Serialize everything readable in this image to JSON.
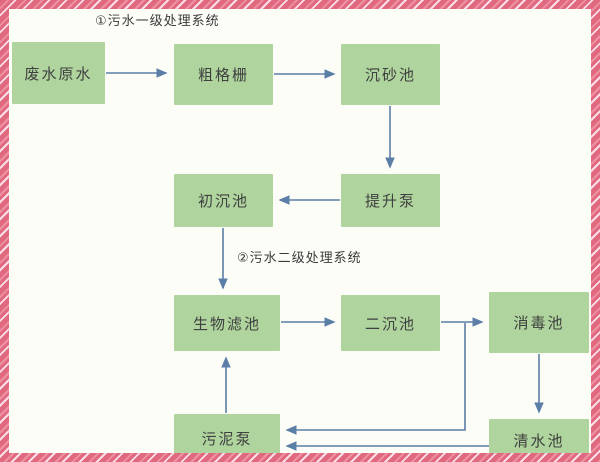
{
  "diagram": {
    "section1_label": "①污水一级处理系统",
    "section2_label": "②污水二级处理系统",
    "nodes": {
      "raw_water": "废水原水",
      "coarse_screen": "粗格栅",
      "grit_chamber": "沉砂池",
      "primary_sedimentation": "初沉池",
      "lift_pump": "提升泵",
      "biological_filter": "生物滤池",
      "secondary_sedimentation": "二沉池",
      "disinfection_tank": "消毒池",
      "sludge_pump": "污泥泵",
      "clear_water_tank": "清水池"
    },
    "edges": [
      {
        "from": "废水原水",
        "to": "粗格栅"
      },
      {
        "from": "粗格栅",
        "to": "沉砂池"
      },
      {
        "from": "沉砂池",
        "to": "提升泵"
      },
      {
        "from": "提升泵",
        "to": "初沉池"
      },
      {
        "from": "初沉池",
        "to": "生物滤池"
      },
      {
        "from": "生物滤池",
        "to": "二沉池"
      },
      {
        "from": "二沉池",
        "to": "消毒池"
      },
      {
        "from": "消毒池",
        "to": "清水池"
      },
      {
        "from": "二沉池",
        "to": "污泥泵"
      },
      {
        "from": "清水池",
        "to": "污泥泵"
      },
      {
        "from": "污泥泵",
        "to": "生物滤池"
      }
    ],
    "colors": {
      "node_fill": "#afd49d",
      "arrow": "#5b7ea6",
      "frame_pink": "#e0697f",
      "background": "#fdfdf8",
      "text": "#3f4040"
    }
  }
}
